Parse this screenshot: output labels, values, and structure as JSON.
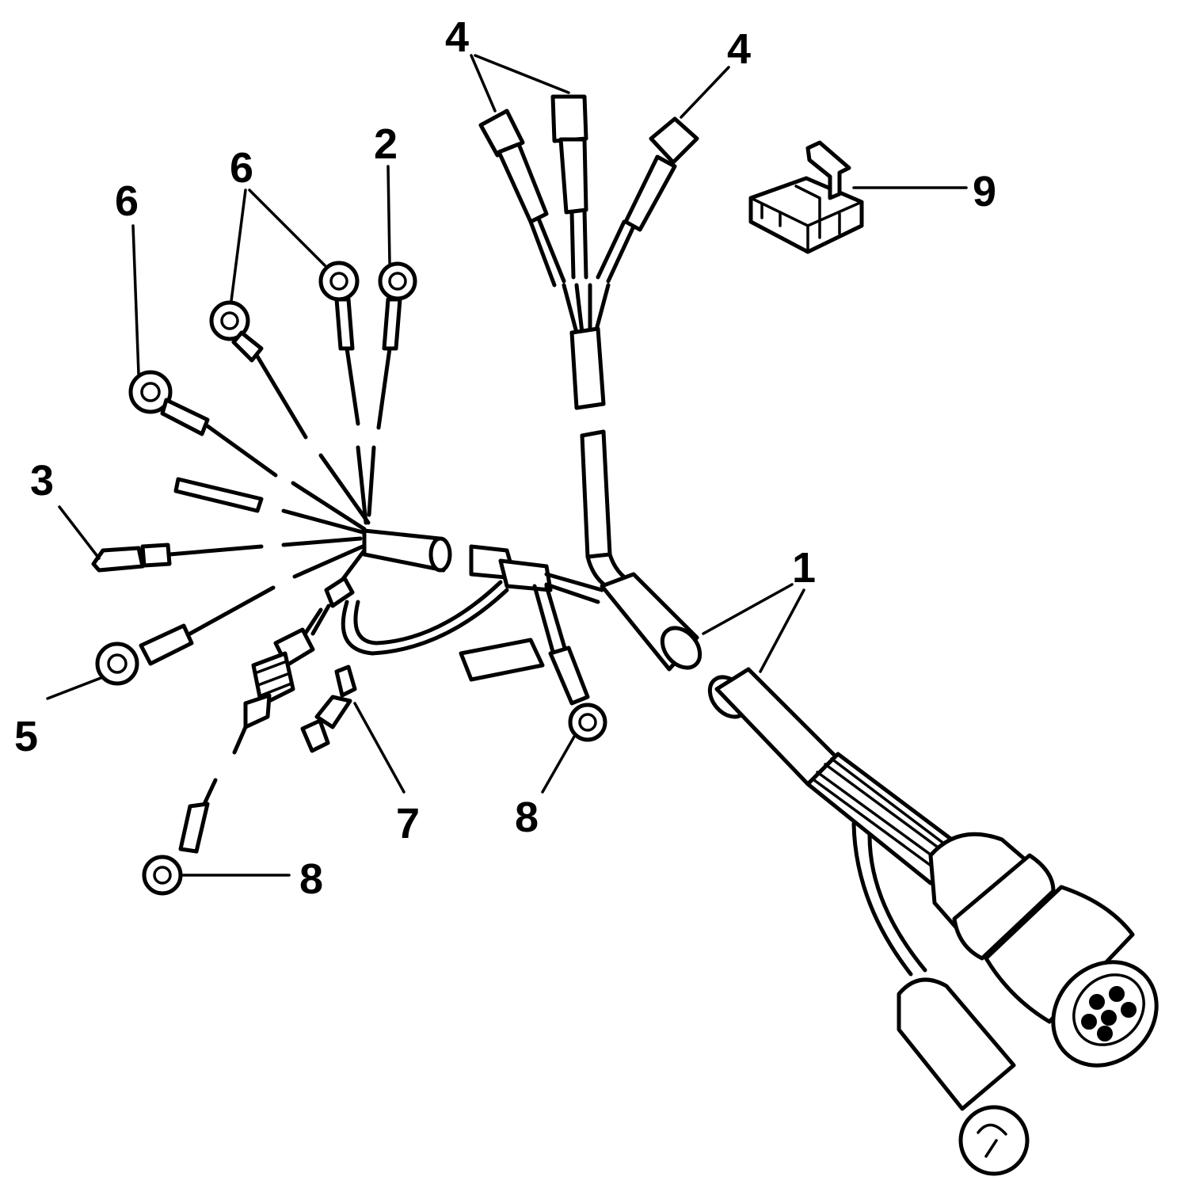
{
  "callouts": [
    {
      "id": "c1",
      "label": "1"
    },
    {
      "id": "c2",
      "label": "2"
    },
    {
      "id": "c3",
      "label": "3"
    },
    {
      "id": "c4a",
      "label": "4"
    },
    {
      "id": "c4b",
      "label": "4"
    },
    {
      "id": "c5",
      "label": "5"
    },
    {
      "id": "c6a",
      "label": "6"
    },
    {
      "id": "c6b",
      "label": "6"
    },
    {
      "id": "c7",
      "label": "7"
    },
    {
      "id": "c8a",
      "label": "8"
    },
    {
      "id": "c8b",
      "label": "8"
    },
    {
      "id": "c9",
      "label": "9"
    }
  ],
  "colors": {
    "ink": "#000000",
    "paper": "#ffffff"
  }
}
